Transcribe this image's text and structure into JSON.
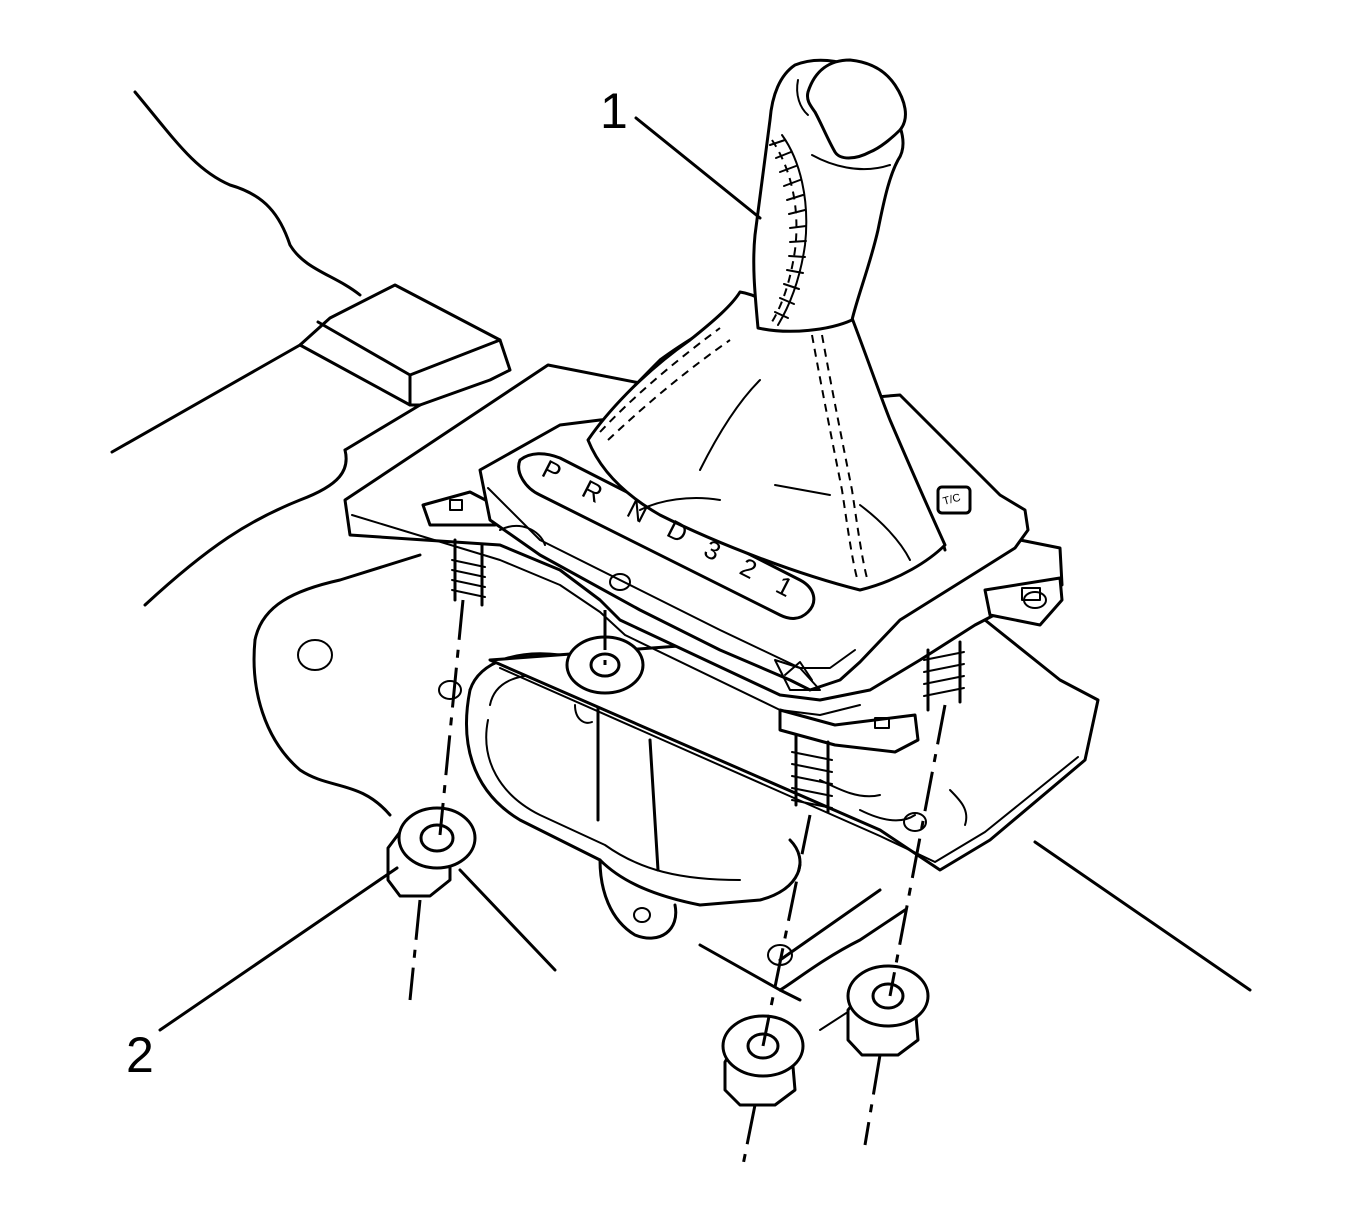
{
  "callouts": {
    "shift_knob": "1",
    "mounting_nut": "2"
  },
  "gate_labels": {
    "p": "P",
    "r": "R",
    "n": "N",
    "d": "D",
    "three": "3",
    "two": "2",
    "one": "1",
    "tc_button": "T/C"
  }
}
